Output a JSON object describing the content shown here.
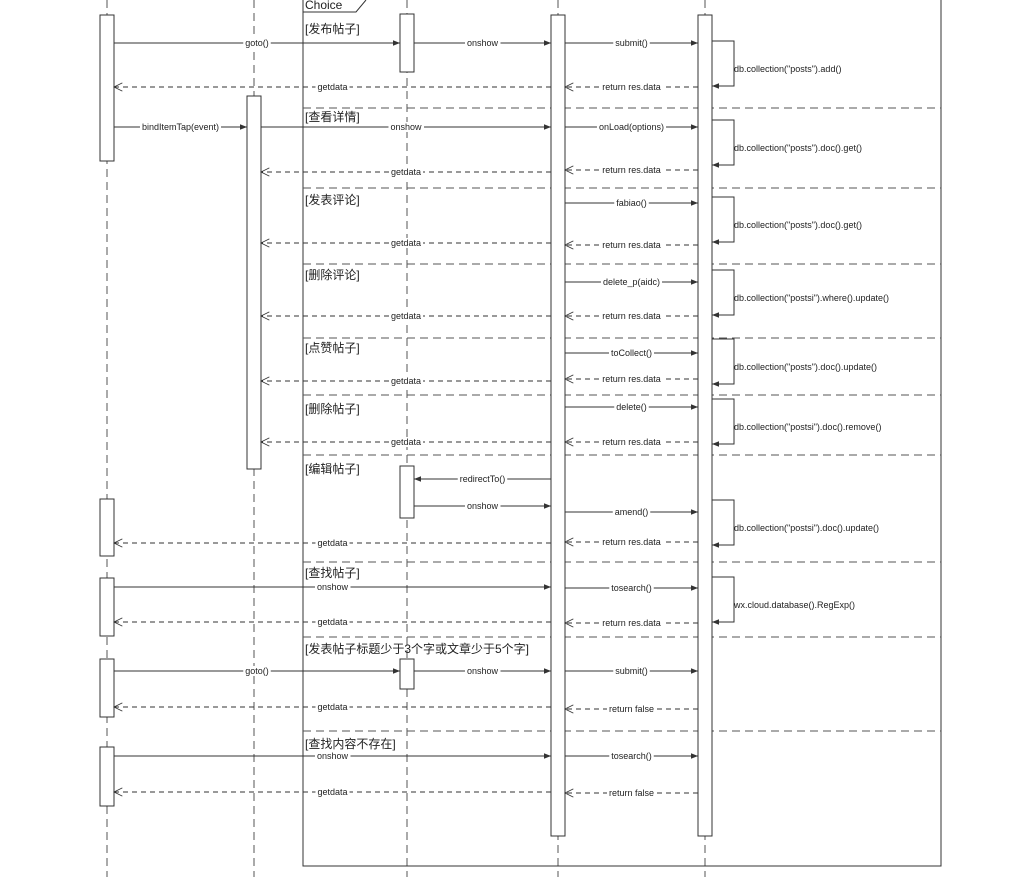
{
  "frame": {
    "label": "Choice"
  },
  "colors": {
    "line": "#333333",
    "divider": "#555555",
    "background": "#ffffff"
  },
  "sections": [
    {
      "guard": "[发布帖子]",
      "messages": [
        {
          "from": 0,
          "to": 2,
          "text": "goto()",
          "kind": "call"
        },
        {
          "from": 2,
          "to": 3,
          "text": "onshow",
          "kind": "call"
        },
        {
          "from": 3,
          "to": 4,
          "text": "submit()",
          "kind": "call"
        },
        {
          "from": 4,
          "to": 4,
          "text": "db.collection(\"posts\").add()",
          "kind": "self"
        },
        {
          "from": 4,
          "to": 3,
          "text": "return res.data",
          "kind": "return"
        },
        {
          "from": 3,
          "to": 0,
          "text": "getdata",
          "kind": "return"
        }
      ]
    },
    {
      "guard": "[查看详情]",
      "messages": [
        {
          "from": 0,
          "to": 1,
          "text": "bindItemTap(event)",
          "kind": "call"
        },
        {
          "from": 1,
          "to": 3,
          "text": "onshow",
          "kind": "call"
        },
        {
          "from": 3,
          "to": 4,
          "text": "onLoad(options)",
          "kind": "call"
        },
        {
          "from": 4,
          "to": 4,
          "text": "db.collection(\"posts\").doc().get()",
          "kind": "self"
        },
        {
          "from": 4,
          "to": 3,
          "text": "return res.data",
          "kind": "return"
        },
        {
          "from": 3,
          "to": 1,
          "text": "getdata",
          "kind": "return"
        }
      ]
    },
    {
      "guard": "[发表评论]",
      "messages": [
        {
          "from": 3,
          "to": 4,
          "text": "fabiao()",
          "kind": "call"
        },
        {
          "from": 4,
          "to": 4,
          "text": "db.collection(\"posts\").doc().get()",
          "kind": "self"
        },
        {
          "from": 4,
          "to": 3,
          "text": "return res.data",
          "kind": "return"
        },
        {
          "from": 3,
          "to": 1,
          "text": "getdata",
          "kind": "return"
        }
      ]
    },
    {
      "guard": "[删除评论]",
      "messages": [
        {
          "from": 3,
          "to": 4,
          "text": "delete_p(aidc)",
          "kind": "call"
        },
        {
          "from": 4,
          "to": 4,
          "text": "db.collection(\"postsi\").where().update()",
          "kind": "self"
        },
        {
          "from": 4,
          "to": 3,
          "text": "return res.data",
          "kind": "return"
        },
        {
          "from": 3,
          "to": 1,
          "text": "getdata",
          "kind": "return"
        }
      ]
    },
    {
      "guard": "[点赞帖子]",
      "messages": [
        {
          "from": 3,
          "to": 4,
          "text": "toCollect()",
          "kind": "call"
        },
        {
          "from": 4,
          "to": 4,
          "text": "db.collection(\"posts\").doc().update()",
          "kind": "self"
        },
        {
          "from": 4,
          "to": 3,
          "text": "return res.data",
          "kind": "return"
        },
        {
          "from": 3,
          "to": 1,
          "text": "getdata",
          "kind": "return"
        }
      ]
    },
    {
      "guard": "[删除帖子]",
      "messages": [
        {
          "from": 3,
          "to": 4,
          "text": "delete()",
          "kind": "call"
        },
        {
          "from": 4,
          "to": 4,
          "text": "db.collection(\"postsi\").doc().remove()",
          "kind": "self"
        },
        {
          "from": 4,
          "to": 3,
          "text": "return res.data",
          "kind": "return"
        },
        {
          "from": 3,
          "to": 1,
          "text": "getdata",
          "kind": "return"
        }
      ]
    },
    {
      "guard": "[编辑帖子]",
      "messages": [
        {
          "from": 3,
          "to": 2,
          "text": "redirectTo()",
          "kind": "call"
        },
        {
          "from": 2,
          "to": 3,
          "text": "onshow",
          "kind": "call"
        },
        {
          "from": 3,
          "to": 4,
          "text": "amend()",
          "kind": "call"
        },
        {
          "from": 4,
          "to": 4,
          "text": "db.collection(\"postsi\").doc().update()",
          "kind": "self"
        },
        {
          "from": 4,
          "to": 3,
          "text": "return res.data",
          "kind": "return"
        },
        {
          "from": 3,
          "to": 0,
          "text": "getdata",
          "kind": "return"
        }
      ]
    },
    {
      "guard": "[查找帖子]",
      "messages": [
        {
          "from": 0,
          "to": 3,
          "text": "onshow",
          "kind": "call"
        },
        {
          "from": 3,
          "to": 4,
          "text": "tosearch()",
          "kind": "call"
        },
        {
          "from": 4,
          "to": 4,
          "text": "wx.cloud.database().RegExp()",
          "kind": "self"
        },
        {
          "from": 4,
          "to": 3,
          "text": "return res.data",
          "kind": "return"
        },
        {
          "from": 3,
          "to": 0,
          "text": "getdata",
          "kind": "return"
        }
      ]
    },
    {
      "guard": "[发表帖子标题少于3个字或文章少于5个字]",
      "messages": [
        {
          "from": 0,
          "to": 2,
          "text": "goto()",
          "kind": "call"
        },
        {
          "from": 2,
          "to": 3,
          "text": "onshow",
          "kind": "call"
        },
        {
          "from": 3,
          "to": 4,
          "text": "submit()",
          "kind": "call"
        },
        {
          "from": 4,
          "to": 3,
          "text": "return false",
          "kind": "return"
        },
        {
          "from": 3,
          "to": 0,
          "text": "getdata",
          "kind": "return"
        }
      ]
    },
    {
      "guard": "[查找内容不存在]",
      "messages": [
        {
          "from": 0,
          "to": 3,
          "text": "onshow",
          "kind": "call"
        },
        {
          "from": 3,
          "to": 4,
          "text": "tosearch()",
          "kind": "call"
        },
        {
          "from": 4,
          "to": 3,
          "text": "return false",
          "kind": "return"
        },
        {
          "from": 3,
          "to": 0,
          "text": "getdata",
          "kind": "return"
        }
      ]
    }
  ]
}
